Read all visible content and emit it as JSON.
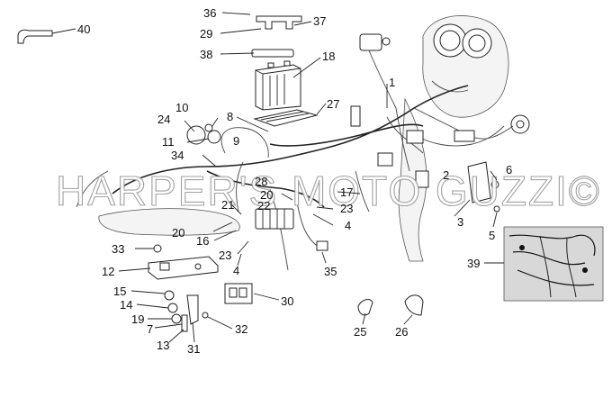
{
  "watermark": "HARPER'S MOTO GUZZI©",
  "callouts": [
    {
      "id": "c40",
      "text": "40"
    },
    {
      "id": "c36",
      "text": "36"
    },
    {
      "id": "c37",
      "text": "37"
    },
    {
      "id": "c29",
      "text": "29"
    },
    {
      "id": "c38",
      "text": "38"
    },
    {
      "id": "c18",
      "text": "18"
    },
    {
      "id": "c27",
      "text": "27"
    },
    {
      "id": "c1",
      "text": "1"
    },
    {
      "id": "c10",
      "text": "10"
    },
    {
      "id": "c24",
      "text": "24"
    },
    {
      "id": "c8",
      "text": "8"
    },
    {
      "id": "c9",
      "text": "9"
    },
    {
      "id": "c11",
      "text": "11"
    },
    {
      "id": "c34",
      "text": "34"
    },
    {
      "id": "c28",
      "text": "28"
    },
    {
      "id": "c2",
      "text": "2"
    },
    {
      "id": "c6",
      "text": "6"
    },
    {
      "id": "c17",
      "text": "17"
    },
    {
      "id": "c20a",
      "text": "20"
    },
    {
      "id": "c22",
      "text": "22"
    },
    {
      "id": "c23a",
      "text": "23"
    },
    {
      "id": "c21",
      "text": "21"
    },
    {
      "id": "c3",
      "text": "3"
    },
    {
      "id": "c4a",
      "text": "4"
    },
    {
      "id": "c20b",
      "text": "20"
    },
    {
      "id": "c16",
      "text": "16"
    },
    {
      "id": "c5",
      "text": "5"
    },
    {
      "id": "c33",
      "text": "33"
    },
    {
      "id": "c23b",
      "text": "23"
    },
    {
      "id": "c39",
      "text": "39"
    },
    {
      "id": "c4b",
      "text": "4"
    },
    {
      "id": "c12",
      "text": "12"
    },
    {
      "id": "c35",
      "text": "35"
    },
    {
      "id": "c15",
      "text": "15"
    },
    {
      "id": "c30",
      "text": "30"
    },
    {
      "id": "c14",
      "text": "14"
    },
    {
      "id": "c19",
      "text": "19"
    },
    {
      "id": "c7",
      "text": "7"
    },
    {
      "id": "c32",
      "text": "32"
    },
    {
      "id": "c25",
      "text": "25"
    },
    {
      "id": "c26",
      "text": "26"
    },
    {
      "id": "c13",
      "text": "13"
    },
    {
      "id": "c31",
      "text": "31"
    }
  ]
}
